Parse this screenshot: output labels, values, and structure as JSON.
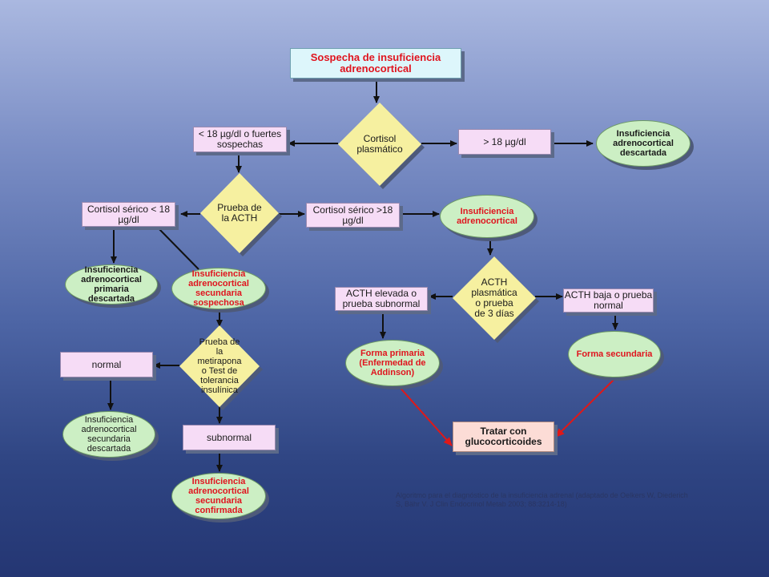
{
  "nodes": {
    "start": "Sospecha de insuficiencia adrenocortical",
    "cortisol_plasmatico": "Cortisol plasmático",
    "menor18_fuertes": "< 18 µg/dl o fuertes sospechas",
    "mayor18": "> 18 µg/dl",
    "ia_descartada": "Insuficiencia adrenocortical descartada",
    "prueba_acth": "Prueba de la ACTH",
    "cortisol_serico_menor": "Cortisol sérico < 18 µg/dl",
    "cortisol_serico_mayor": "Cortisol sérico >18 µg/dl",
    "ia_confirmada": "Insuficiencia adrenocortical",
    "primaria_descartada": "Insuficiencia adrenocortical primaria descartada",
    "secundaria_sospechosa": "Insuficiencia adrenocortical secundaria sospechosa",
    "acth_plasmatica": "ACTH plasmática o prueba de 3 días",
    "acth_elevada": "ACTH elevada o prueba subnormal",
    "acth_baja": "ACTH baja o prueba normal",
    "forma_primaria": "Forma primaria (Enfermedad de Addinson)",
    "forma_secundaria": "Forma secundaria",
    "metirapona": "Prueba de la metirapona o Test de tolerancia insulínica",
    "normal": "normal",
    "secundaria_descartada": "Insuficiencia adrenocortical secundaria descartada",
    "subnormal": "subnormal",
    "secundaria_confirmada": "Insuficiencia adrenocortical secundaria confirmada",
    "tratar": "Tratar con glucocorticoides"
  },
  "caption": "Algoritmo para el diagnóstico de la insuficiencia adrenal (adaptado de Oelkers W, Diederich S, Bähr V. J Clin Endocrinol Metab 2003; 88:3214-18)",
  "colors": {
    "cyan_box": "#ddf6fb",
    "pink_box": "#f6dcf6",
    "green_ellipse": "#ccefc4",
    "yellow_diamond": "#f6f0a0",
    "red_text": "#e0141e",
    "red_arrow": "#e01818"
  }
}
